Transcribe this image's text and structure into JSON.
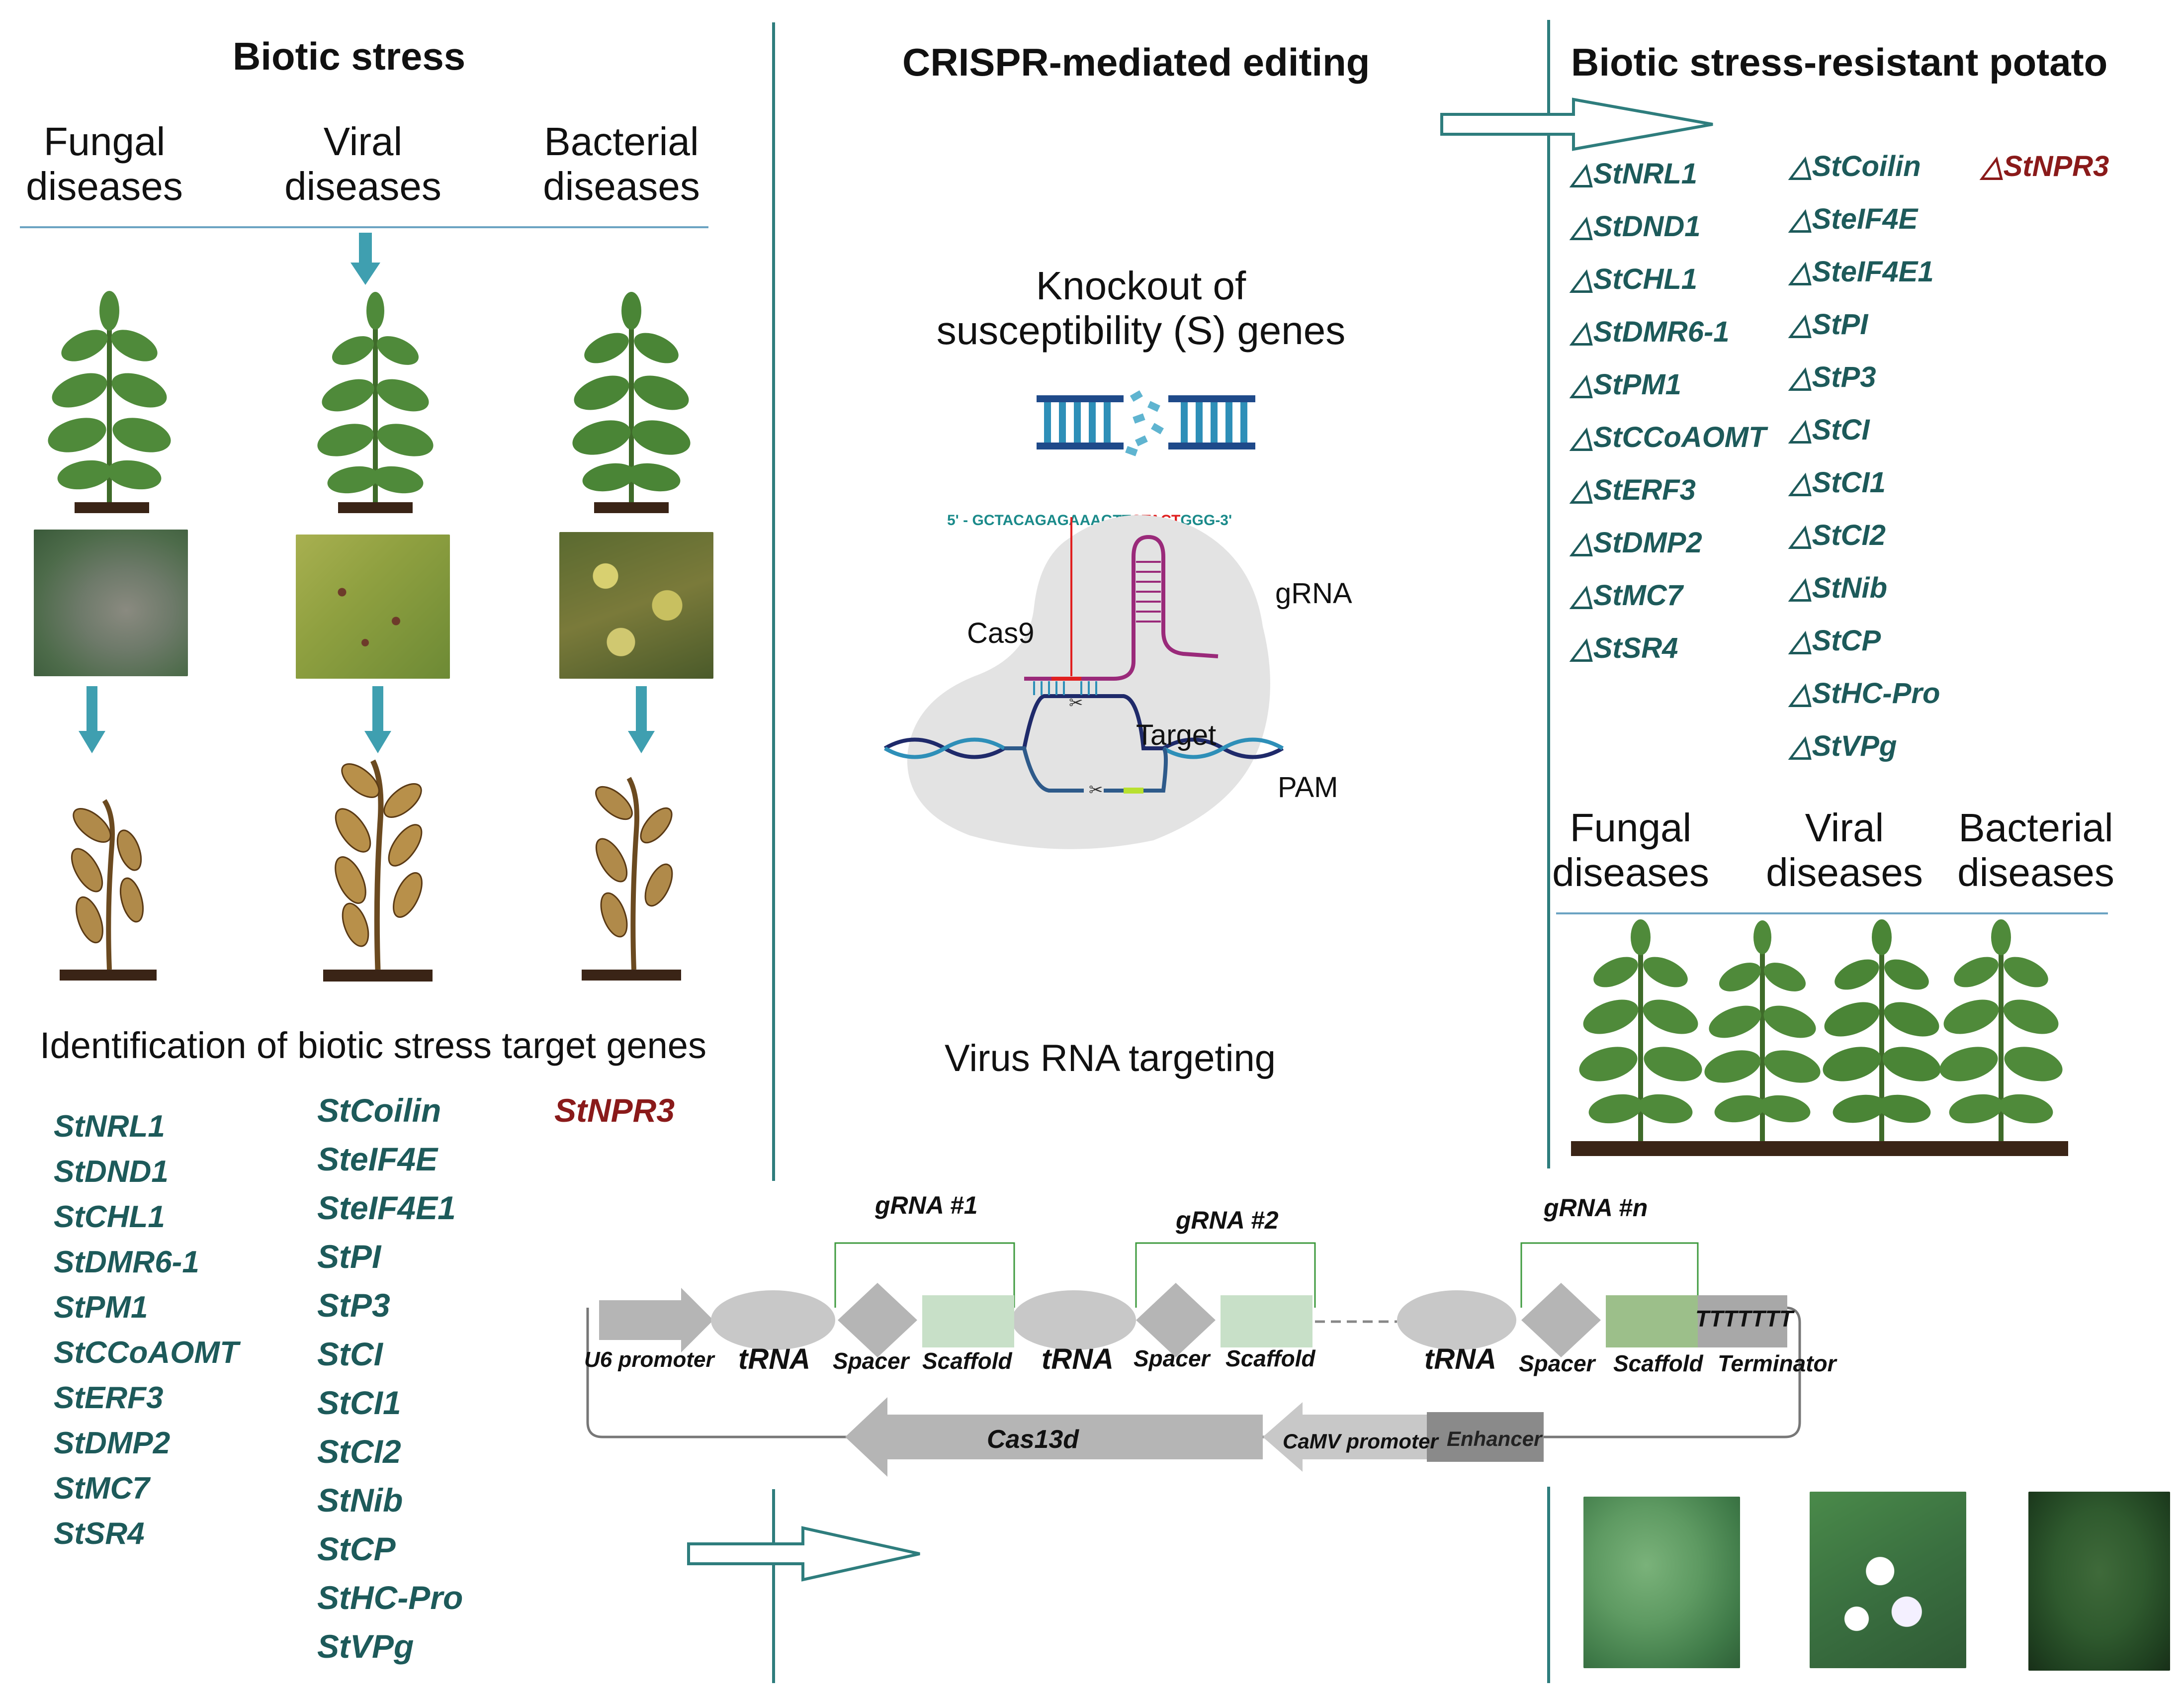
{
  "left": {
    "title": "Biotic stress",
    "categories": [
      {
        "line1": "Fungal",
        "line2": "diseases"
      },
      {
        "line1": "Viral",
        "line2": "diseases"
      },
      {
        "line1": "Bacterial",
        "line2": "diseases"
      }
    ],
    "identification_title": "Identification of biotic stress target genes",
    "genes_col1": [
      "StNRL1",
      "StDND1",
      "StCHL1",
      "StDMR6-1",
      "StPM1",
      "StCCoAOMT",
      "StERF3",
      "StDMP2",
      "StMC7",
      "StSR4"
    ],
    "genes_col2": [
      "StCoilin",
      "SteIF4E",
      "SteIF4E1",
      "StPI",
      "StP3",
      "StCI",
      "StCI1",
      "StCI2",
      "StNib",
      "StCP",
      "StHC-Pro",
      "StVPg"
    ],
    "genes_col3": [
      "StNPR3"
    ]
  },
  "middle": {
    "title": "CRISPR-mediated editing",
    "knockout_line1": "Knockout of",
    "knockout_line2": "susceptibility (S) genes",
    "sequence_prefix": "5' - GCTACAGAGAAAGTT",
    "sequence_highlight": "CTACT",
    "sequence_suffix": "GGG-3'",
    "labels": {
      "gRNA": "gRNA",
      "cas9": "Cas9",
      "target": "Target",
      "pam": "PAM"
    },
    "virus_title": "Virus RNA targeting",
    "construct": {
      "grna1": "gRNA #1",
      "grna2": "gRNA #2",
      "grnan": "gRNA #n",
      "u6": "U6 promoter",
      "trna": "tRNA",
      "spacer": "Spacer",
      "scaffold": "Scaffold",
      "terminator": "Terminator",
      "tttt": "TTTTTTT",
      "cas13d": "Cas13d",
      "camv": "CaMV promoter",
      "enhancer": "Enhancer"
    }
  },
  "right": {
    "title": "Biotic stress-resistant potato",
    "genes_col1": [
      "△StNRL1",
      "△StDND1",
      "△StCHL1",
      "△StDMR6-1",
      "△StPM1",
      "△StCCoAOMT",
      "△StERF3",
      "△StDMP2",
      "△StMC7",
      "△StSR4"
    ],
    "genes_col2": [
      "△StCoilin",
      "△SteIF4E",
      "△SteIF4E1",
      "△StPI",
      "△StP3",
      "△StCI",
      "△StCI1",
      "△StCI2",
      "△StNib",
      "△StCP",
      "△StHC-Pro",
      "△StVPg"
    ],
    "genes_col3": [
      "△StNPR3"
    ],
    "categories": [
      {
        "line1": "Fungal",
        "line2": "diseases"
      },
      {
        "line1": "Viral",
        "line2": "diseases"
      },
      {
        "line1": "Bacterial",
        "line2": "diseases"
      }
    ]
  },
  "colors": {
    "accent": "#2e7d7d",
    "gene_text": "#1d5a5a",
    "gene_highlight": "#8a1a1a",
    "sequence": "#1a8a8a",
    "sequence_target": "#e02020"
  }
}
